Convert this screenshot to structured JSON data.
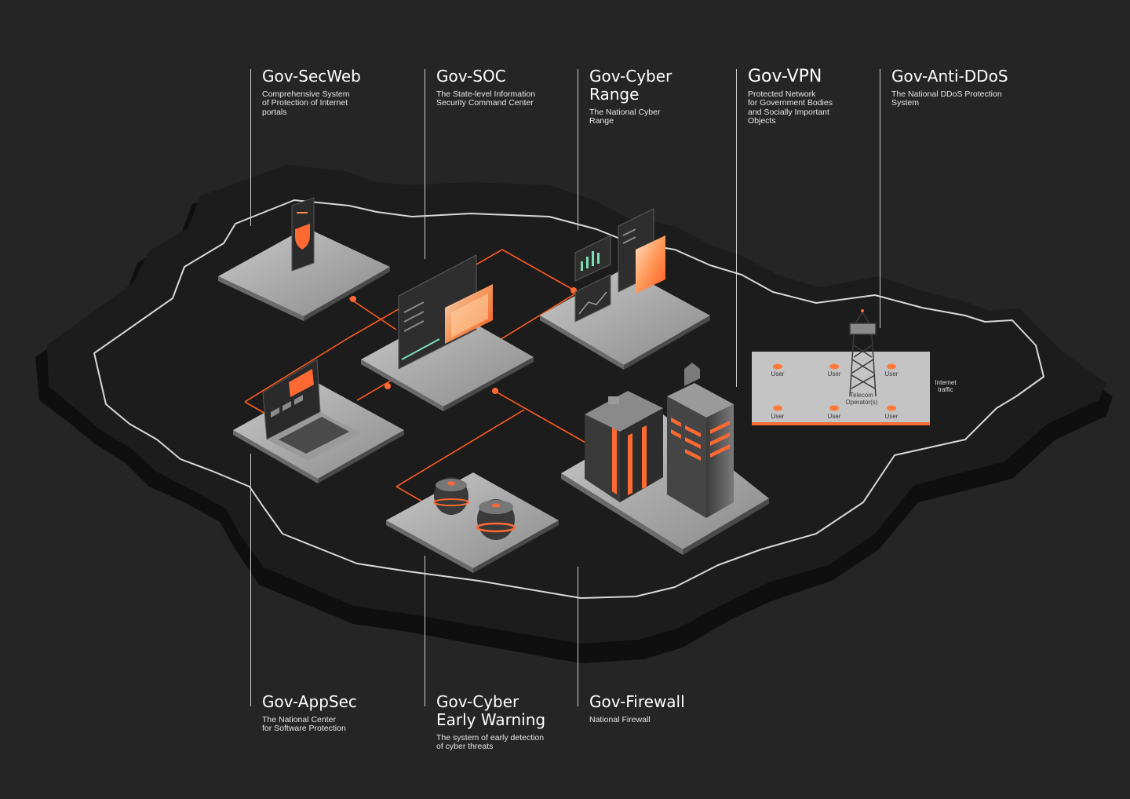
{
  "top_labels": [
    {
      "id": "gov-secweb",
      "title": "Gov-SecWeb",
      "desc": "Comprehensive System\nof Protection of Internet\nportals"
    },
    {
      "id": "gov-soc",
      "title": "Gov-SOC",
      "desc": "The State-level Information\nSecurity Command Center"
    },
    {
      "id": "gov-cyber-range",
      "title": "Gov-Cyber\nRange",
      "desc": "The National Cyber\nRange"
    },
    {
      "id": "gov-vpn",
      "title": "Gov-VPN",
      "desc": "Protected Network\nfor Government Bodies\nand Socially Important\nObjects"
    },
    {
      "id": "gov-anti-ddos",
      "title": "Gov-Anti-DDoS",
      "desc": "The National DDoS Protection\nSystem"
    }
  ],
  "bottom_labels": [
    {
      "id": "gov-appsec",
      "title": "Gov-AppSec",
      "desc": "The National Center\nfor Software Protection"
    },
    {
      "id": "gov-cyber-early-warning",
      "title": "Gov-Cyber\nEarly Warning",
      "desc": "The system of early detection\nof cyber threats"
    },
    {
      "id": "gov-firewall",
      "title": "Gov-Firewall",
      "desc": "National Firewall"
    }
  ],
  "vpn_panel": {
    "users": [
      "User",
      "User",
      "User",
      "User",
      "User",
      "User"
    ],
    "telecom_label": "Telecom\nOperator(s)",
    "internet_label": "Internet\ntraffic"
  },
  "colors": {
    "background": "#252525",
    "map": "#161616",
    "map_edge": "#0e0e0e",
    "border_line": "#d8d8d8",
    "platform": "#b9b9b9",
    "accent_orange": "#ff6a33",
    "glow": "#ffb27a"
  },
  "icons": [
    "shield-icon",
    "phone-icon",
    "laptop-icon",
    "chart-icon",
    "building-icon",
    "tower-icon",
    "sensor-icon"
  ]
}
